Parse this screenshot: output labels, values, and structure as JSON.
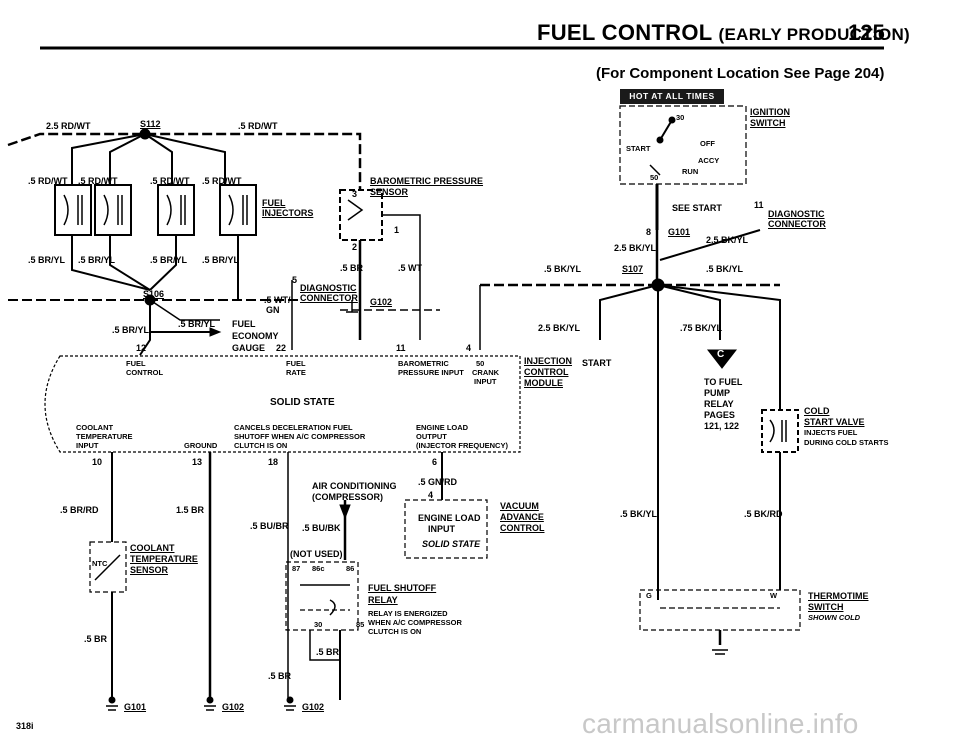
{
  "header": {
    "title": "FUEL CONTROL",
    "subtitle": "(EARLY PRODUCTION)",
    "page_number": "125",
    "location_note": "(For Component Location See Page 204)"
  },
  "badge": {
    "hot_at_all_times": "HOT AT ALL TIMES"
  },
  "ignition_switch": {
    "label_1": "IGNITION",
    "label_2": "SWITCH",
    "terminal_30": "30",
    "terminal_50": "50",
    "pos_start": "START",
    "pos_off": "OFF",
    "pos_accy": "ACCY",
    "pos_run": "RUN"
  },
  "wires": {
    "w_25_rdwt": "2.5 RD/WT",
    "s112": "S112",
    "w_5_rdwt_top": ".5 RD/WT",
    "w_5_rdwt_1": ".5 RD/WT",
    "w_5_rdwt_2": ".5 RD/WT",
    "w_5_rdwt_3": ".5 RD/WT",
    "w_5_rdwt_4": ".5 RD/WT",
    "w_5_bryl_1": ".5 BR/YL",
    "w_5_bryl_2": ".5 BR/YL",
    "w_5_bryl_3": ".5 BR/YL",
    "w_5_bryl_4": ".5 BR/YL",
    "s106": "S106",
    "w_5_bryl_5": ".5 BR/YL",
    "w_5_bryl_6": ".5 BR/YL",
    "w_5_wt_gn_1": ".5 WT/",
    "w_5_wt_gn_2": "GN",
    "w_5_br_baro": ".5 BR",
    "w_5_wt_baro": ".5 WT",
    "see_start": "SEE START",
    "g101_top": "G101",
    "w_25_bkyl_1": "2.5 BK/YL",
    "w_25_bkyl_2": "2.5 BK/YL",
    "w_5_bkyl_left": ".5 BK/YL",
    "s107": "S107",
    "w_5_bkyl_right": ".5 BK/YL",
    "w_25_bkyl_3": "2.5 BK/YL",
    "start": "START",
    "w_75_bkyl": ".75 BK/YL",
    "w_5_brrd": ".5 BR/RD",
    "w_15_br": "1.5 BR",
    "w_5_bubr": ".5 BU/BR",
    "w_5_bubk": ".5 BU/BK",
    "w_5_gnrd": ".5 GN/RD",
    "w_5_br_ntc": ".5 BR",
    "w_5_br_relay": ".5 BR",
    "w_5_br_relay2": ".5 BR",
    "w_5_bkyl_low": ".5 BK/YL",
    "w_5_bkrd": ".5 BK/RD",
    "g101_bottom": "G101",
    "g102_a": "G102",
    "g102_b": "G102",
    "g102_c": "G102"
  },
  "components": {
    "fuel_injectors_1": "FUEL",
    "fuel_injectors_2": "INJECTORS",
    "baro_sensor_1": "BAROMETRIC PRESSURE",
    "baro_sensor_2": "SENSOR",
    "diag_conn_1": "DIAGNOSTIC",
    "diag_conn_2": "CONNECTOR",
    "diag_conn_r1": "DIAGNOSTIC",
    "diag_conn_r2": "CONNECTOR",
    "economy_1": "FUEL",
    "economy_2": "ECONOMY",
    "economy_3": "GAUGE",
    "icm_1": "INJECTION",
    "icm_2": "CONTROL",
    "icm_3": "MODULE",
    "fuel_pump_1": "TO FUEL",
    "fuel_pump_2": "PUMP",
    "fuel_pump_3": "RELAY",
    "fuel_pump_4": "PAGES",
    "fuel_pump_5": "121, 122",
    "connector_c": "C",
    "cold_start_1": "COLD",
    "cold_start_2": "START VALVE",
    "cold_start_3": "INJECTS FUEL",
    "cold_start_4": "DURING COLD STARTS",
    "coolant_1": "COOLANT",
    "coolant_2": "TEMPERATURE",
    "coolant_3": "SENSOR",
    "ntc": "NTC",
    "ac_1": "AIR CONDITIONING",
    "ac_2": "(COMPRESSOR)",
    "not_used": "(NOT USED)",
    "vac_1": "VACUUM",
    "vac_2": "ADVANCE",
    "vac_3": "CONTROL",
    "vac_box_1": "ENGINE LOAD",
    "vac_box_2": "INPUT",
    "vac_box_3": "SOLID STATE",
    "relay_1": "FUEL SHUTOFF",
    "relay_2": "RELAY",
    "relay_3": "RELAY IS ENERGIZED",
    "relay_4": "WHEN A/C COMPRESSOR",
    "relay_5": "CLUTCH IS ON",
    "relay_87": "87",
    "relay_86c": "86c",
    "relay_86": "86",
    "relay_30": "30",
    "relay_85": "85",
    "thermo_1": "THERMOTIME",
    "thermo_2": "SWITCH",
    "thermo_3": "SHOWN COLD",
    "thermo_g": "G",
    "thermo_w": "W"
  },
  "module_box": {
    "fuel_control_1": "FUEL",
    "fuel_control_2": "CONTROL",
    "fuel_rate_1": "FUEL",
    "fuel_rate_2": "RATE",
    "baro_in_1": "BAROMETRIC",
    "baro_in_2": "PRESSURE INPUT",
    "crank_1": "50",
    "crank_2": "CRANK",
    "crank_3": "INPUT",
    "solid_state": "SOLID STATE",
    "coolant_in_1": "COOLANT",
    "coolant_in_2": "TEMPERATURE",
    "coolant_in_3": "INPUT",
    "ground": "GROUND",
    "cancels_1": "CANCELS DECELERATION FUEL",
    "cancels_2": "SHUTOFF WHEN A/C COMPRESSOR",
    "cancels_3": "CLUTCH IS ON",
    "engine_load_1": "ENGINE LOAD",
    "engine_load_2": "OUTPUT",
    "engine_load_3": "(INJECTOR FREQUENCY)"
  },
  "pins": {
    "p3": "3",
    "p2": "2",
    "p1": "1",
    "p5": "5",
    "p8": "8",
    "p11": "11",
    "p12": "12",
    "p22": "22",
    "p11b": "11",
    "p4": "4",
    "p10": "10",
    "p13": "13",
    "p18": "18",
    "p6": "6",
    "p4b": "4"
  },
  "footer": {
    "model_code": "318i"
  },
  "watermark": "carmanualsonline.info"
}
